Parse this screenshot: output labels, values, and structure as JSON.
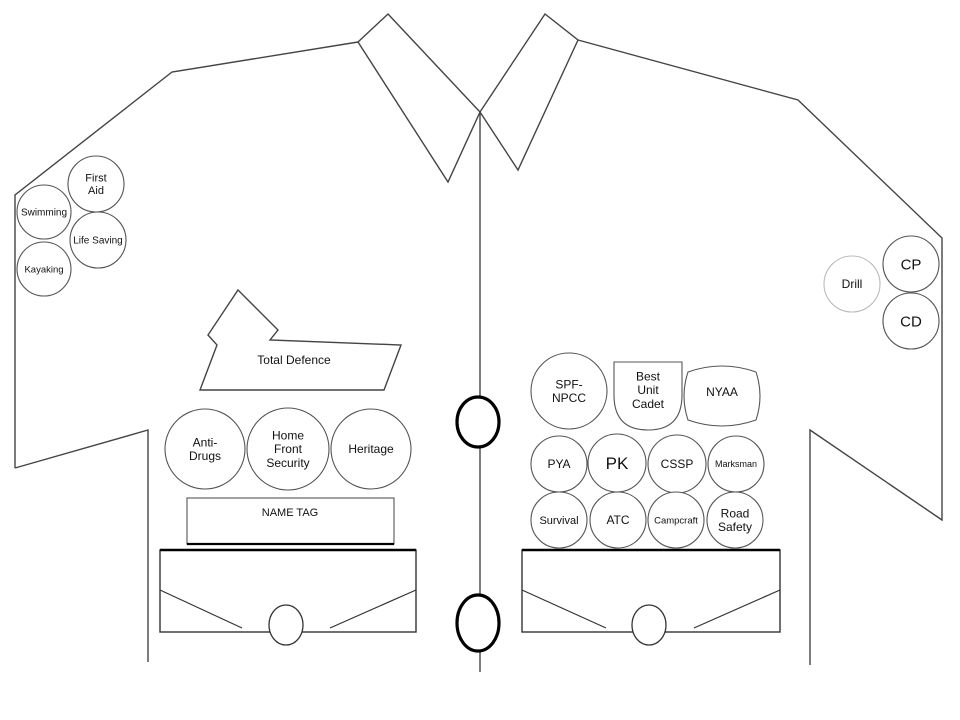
{
  "left_sleeve_badges": [
    {
      "lines": [
        "First",
        "Aid"
      ]
    },
    {
      "lines": [
        "Swimming"
      ]
    },
    {
      "lines": [
        "Life Saving"
      ]
    },
    {
      "lines": [
        "Kayaking"
      ]
    }
  ],
  "right_sleeve_badges": [
    {
      "lines": [
        "Drill"
      ]
    },
    {
      "lines": [
        "CP"
      ]
    },
    {
      "lines": [
        "CD"
      ]
    }
  ],
  "total_defence": {
    "lines": [
      "Total Defence"
    ]
  },
  "left_badges": [
    {
      "lines": [
        "Anti-",
        "Drugs"
      ]
    },
    {
      "lines": [
        "Home",
        "Front",
        "Security"
      ]
    },
    {
      "lines": [
        "Heritage"
      ]
    }
  ],
  "name_tag": {
    "lines": [
      "NAME TAG"
    ]
  },
  "right_top_badges": [
    {
      "lines": [
        "SPF-",
        "NPCC"
      ]
    },
    {
      "lines": [
        "Best",
        "Unit",
        "Cadet"
      ]
    },
    {
      "lines": [
        "NYAA"
      ]
    }
  ],
  "right_grid_badges": [
    {
      "lines": [
        "PYA"
      ]
    },
    {
      "lines": [
        "PK"
      ]
    },
    {
      "lines": [
        "CSSP"
      ]
    },
    {
      "lines": [
        "Marksman"
      ]
    },
    {
      "lines": [
        "Survival"
      ]
    },
    {
      "lines": [
        "ATC"
      ]
    },
    {
      "lines": [
        "Campcraft"
      ]
    },
    {
      "lines": [
        "Road",
        "Safety"
      ]
    }
  ]
}
